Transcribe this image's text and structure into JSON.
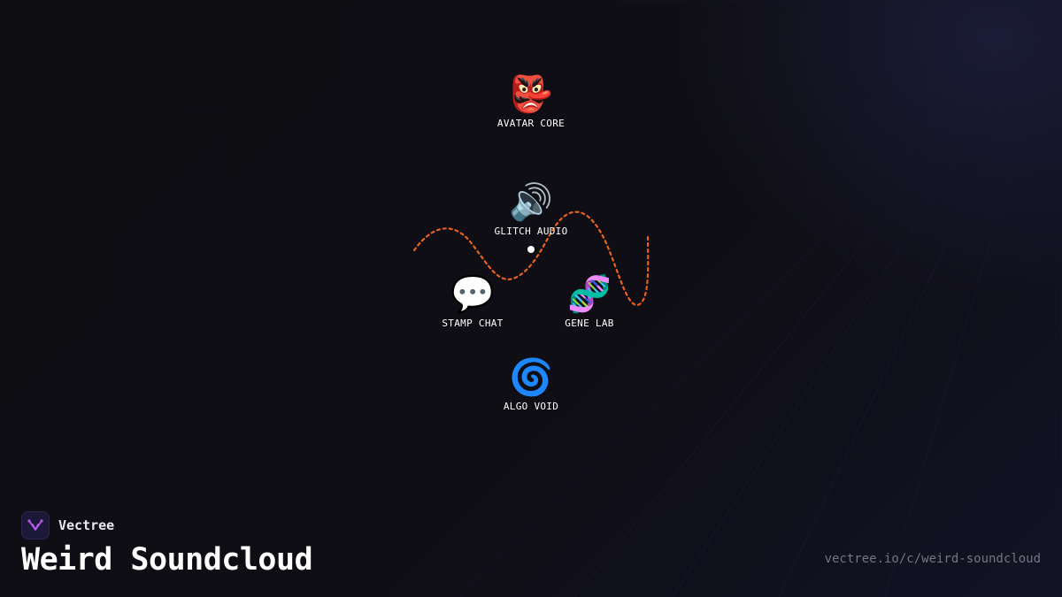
{
  "brand": {
    "name": "Vectree"
  },
  "page": {
    "title": "Weird Soundcloud",
    "url": "vectree.io/c/weird-soundcloud"
  },
  "colors": {
    "background": "#0e0d12",
    "curve": "#e8621c",
    "logo_accent": "#b65cf0"
  },
  "nodes": [
    {
      "emoji": "👺",
      "icon": "goblin-mask-icon",
      "label": "AVATAR CORE"
    },
    {
      "emoji": "🔊",
      "icon": "speaker-icon",
      "label": "GLITCH AUDIO"
    },
    {
      "emoji": "💬",
      "icon": "speech-bubble-icon",
      "label": "STAMP CHAT"
    },
    {
      "emoji": "🧬",
      "icon": "dna-icon",
      "label": "GENE LAB"
    },
    {
      "emoji": "🌀",
      "icon": "cyclone-icon",
      "label": "ALGO VOID"
    }
  ]
}
